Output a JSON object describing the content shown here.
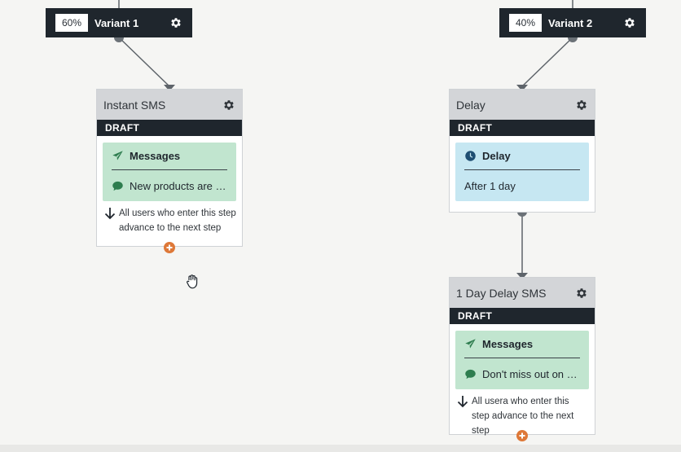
{
  "variants": [
    {
      "percent": "60%",
      "name": "Variant 1"
    },
    {
      "percent": "40%",
      "name": "Variant 2"
    }
  ],
  "steps": {
    "instant_sms": {
      "title": "Instant SMS",
      "status": "DRAFT",
      "panel_heading": "Messages",
      "panel_detail": "New products are h...",
      "advance_text": "All users who enter this step advance to the next step"
    },
    "delay": {
      "title": "Delay",
      "status": "DRAFT",
      "panel_heading": "Delay",
      "panel_detail": "After 1 day"
    },
    "one_day_delay_sms": {
      "title": "1 Day Delay SMS",
      "status": "DRAFT",
      "panel_heading": "Messages",
      "panel_detail": "Don't miss out on th...",
      "advance_text": "All usera who enter this step advance to the next step"
    }
  },
  "icons": {
    "settings": "gear-icon",
    "messages": "paper-plane-icon",
    "message_detail": "speech-bubble-icon",
    "delay": "clock-icon",
    "advance": "arrow-down-icon",
    "add_step": "plus-circle-icon",
    "cursor": "hand-cursor-icon"
  },
  "colors": {
    "dark_header": "#1f262d",
    "card_head": "#d3d5d8",
    "messages_panel": "#c1e5cf",
    "delay_panel": "#c6e7f2",
    "add_button": "#de7838",
    "connector": "#5e646a",
    "message_icon": "#2e7d4f",
    "clock_icon": "#1f4e72"
  }
}
